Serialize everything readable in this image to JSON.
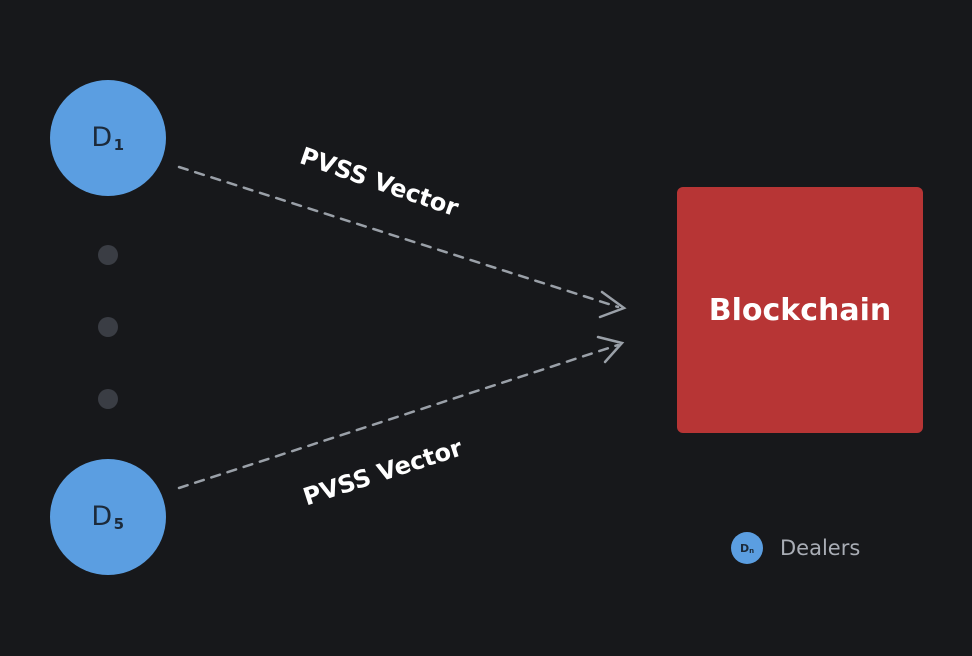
{
  "diagram": {
    "background_color": "#17181b",
    "nodes": [
      {
        "id": "d1",
        "letter": "D",
        "subscript": "1",
        "color": "#5b9ee1"
      },
      {
        "id": "d5",
        "letter": "D",
        "subscript": "5",
        "color": "#5b9ee1"
      }
    ],
    "edges": [
      {
        "from": "d1",
        "to": "blockchain",
        "label": "PVSS Vector",
        "style": "dashed"
      },
      {
        "from": "d5",
        "to": "blockchain",
        "label": "PVSS Vector",
        "style": "dashed"
      }
    ],
    "blockchain": {
      "label": "Blockchain",
      "color": "#b73535"
    },
    "legend": {
      "swatch_letter": "D",
      "swatch_subscript": "n",
      "label": "Dealers"
    }
  }
}
